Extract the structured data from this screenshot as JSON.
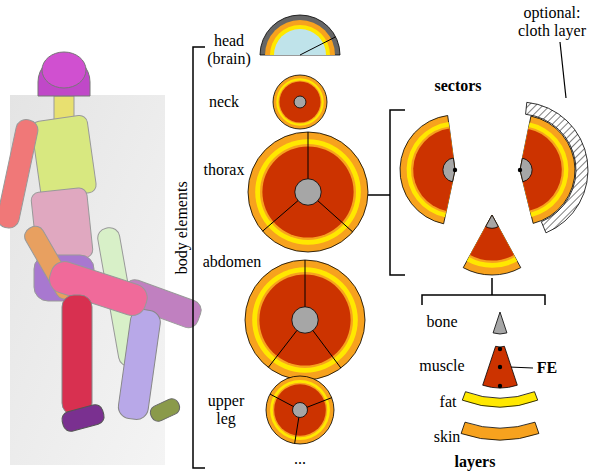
{
  "diagram": {
    "labels": [
      "body elements",
      "head (brain)",
      "neck",
      "thorax",
      "abdomen",
      "upper leg",
      "...",
      "optional: cloth layer",
      "sectors",
      "bone",
      "muscle",
      "FE",
      "fat",
      "skin",
      "layers"
    ]
  }
}
